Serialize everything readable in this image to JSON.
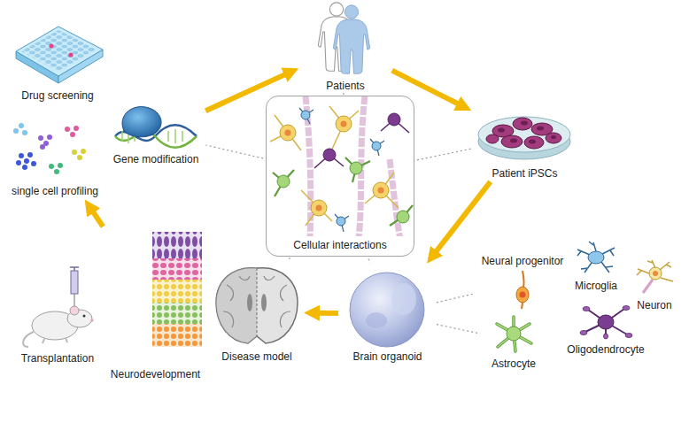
{
  "diagram": {
    "nodes": [
      {
        "text": [
          "Patients"
        ]
      },
      {
        "text": [
          "Drug screening"
        ]
      },
      {
        "text": [
          "Gene modification"
        ]
      },
      {
        "text": [
          "single cell profiling"
        ]
      },
      {
        "text": [
          "Cellular interactions"
        ]
      },
      {
        "text": [
          "Patient iPSCs"
        ]
      },
      {
        "text": [
          "Neural progenitor"
        ]
      },
      {
        "text": [
          "Microglia"
        ]
      },
      {
        "text": [
          "Neuron"
        ]
      },
      {
        "text": [
          "Brain organoid"
        ]
      },
      {
        "text": [
          "Disease model"
        ]
      },
      {
        "text": [
          "Neurodevelopment"
        ]
      },
      {
        "text": [
          "Transplantation"
        ]
      },
      {
        "text": [
          "Astrocyte"
        ]
      },
      {
        "text": [
          "Oligodendrocyte"
        ]
      }
    ],
    "edges": [
      {
        "from": 0,
        "to": 5,
        "arrow": "to"
      },
      {
        "from": 5,
        "to": 9,
        "arrow": "to"
      },
      {
        "from": 9,
        "to": 10,
        "arrow": "to"
      },
      {
        "from": 11,
        "to": 3,
        "arrow": "to"
      },
      {
        "from": 2,
        "to": 0,
        "arrow": "to"
      },
      {
        "from": 4,
        "to": 0,
        "arrow": "none"
      },
      {
        "from": 4,
        "to": 5,
        "arrow": "none"
      },
      {
        "from": 4,
        "to": 9,
        "arrow": "none"
      },
      {
        "from": 4,
        "to": 10,
        "arrow": "none"
      },
      {
        "from": 4,
        "to": 2,
        "arrow": "none"
      },
      {
        "from": 9,
        "to": 6,
        "arrow": "none"
      },
      {
        "from": 9,
        "to": 13,
        "arrow": "none"
      }
    ]
  }
}
